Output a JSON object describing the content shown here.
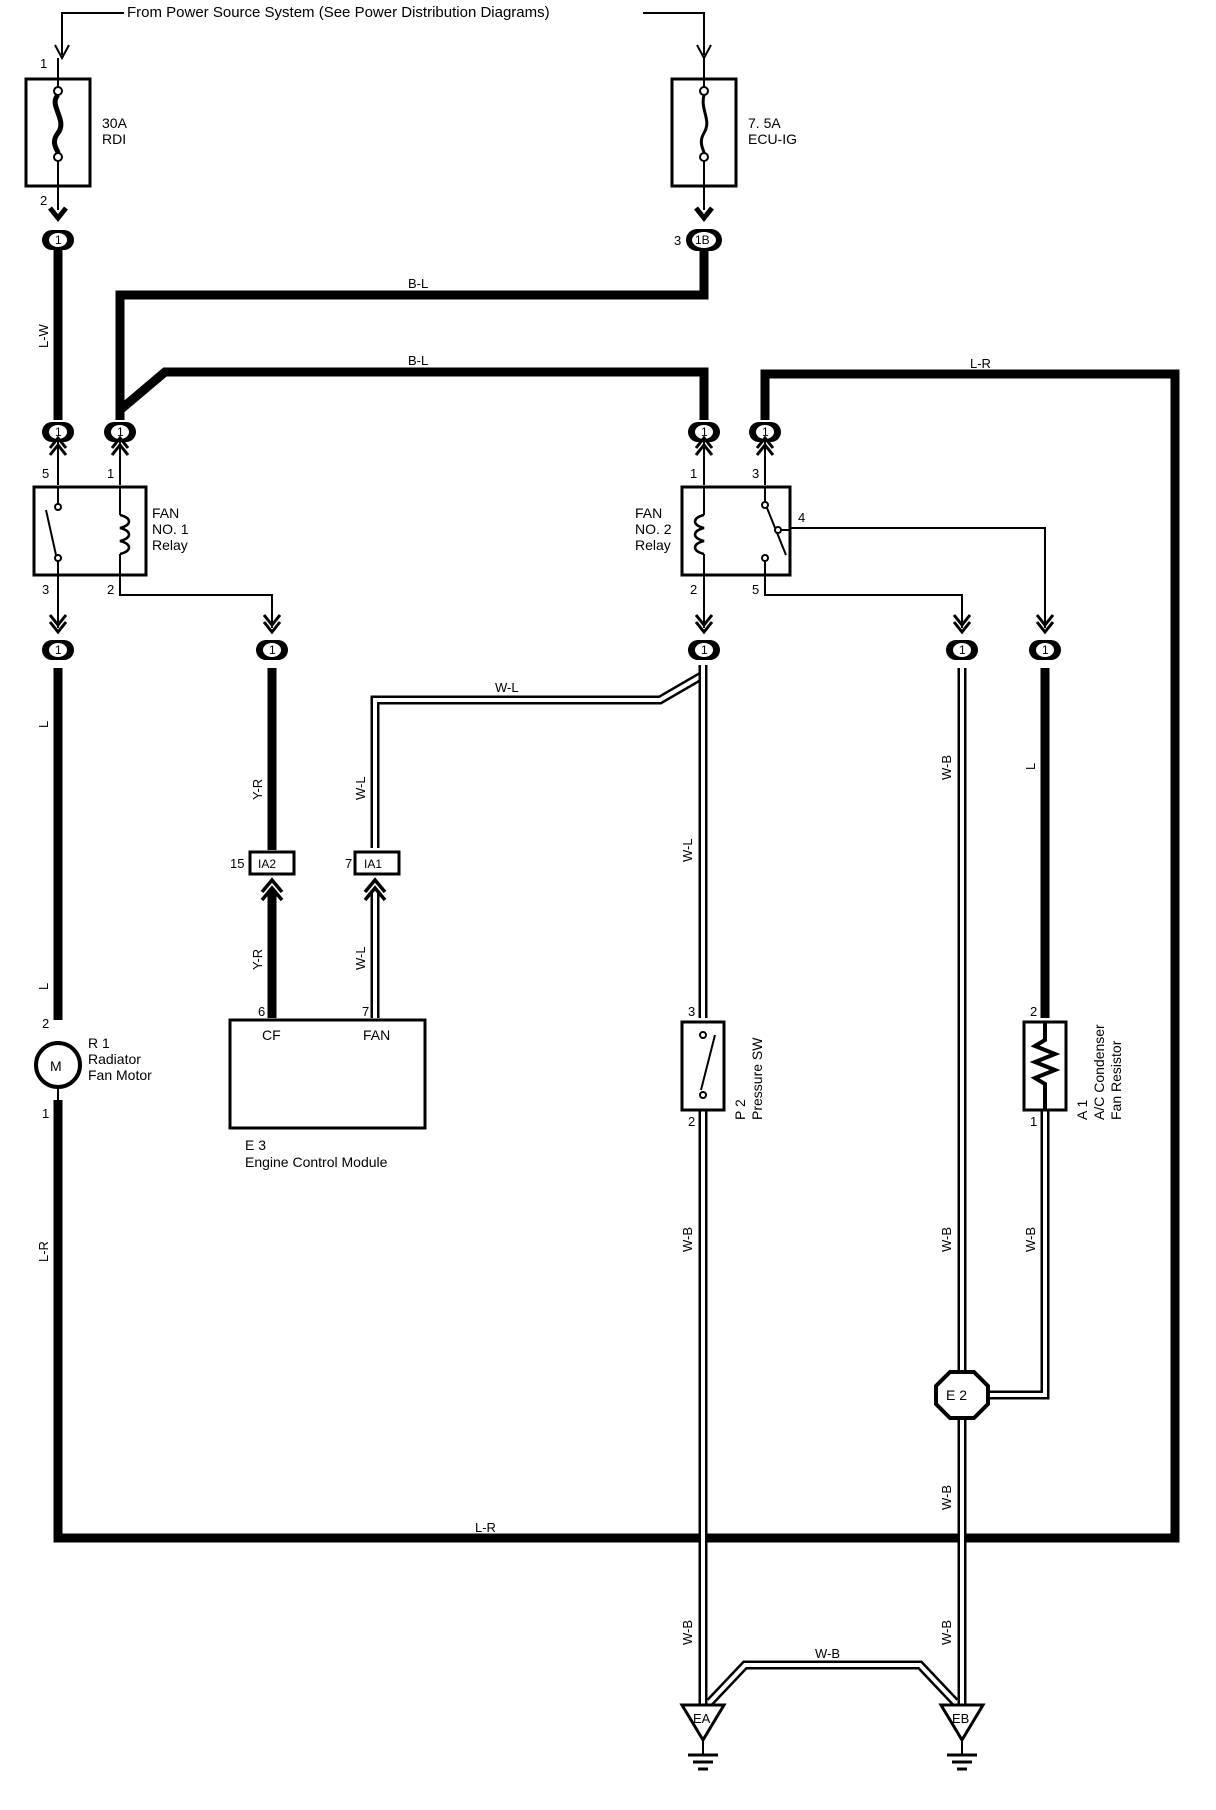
{
  "header": {
    "source_text": "From Power Source System (See Power Distribution Diagrams)"
  },
  "fuses": [
    {
      "rating": "30A",
      "name": "RDI",
      "pin_top": "1",
      "pin_bottom": "2"
    },
    {
      "rating": "7. 5A",
      "name": "ECU-IG",
      "pin_bottom": "3"
    }
  ],
  "connectors": {
    "c1": "1",
    "c1b": "1B",
    "ia2": "IA2",
    "ia1": "IA1",
    "e2": "E 2",
    "ea": "EA",
    "eb": "EB"
  },
  "wires": {
    "bl_top": "B-L",
    "bl_mid": "B-L",
    "lr_top": "L-R",
    "lw": "L-W",
    "l_left1": "L",
    "l_left2": "L",
    "lr_left": "L-R",
    "yr1": "Y-R",
    "yr2": "Y-R",
    "wl_h": "W-L",
    "wl_v1": "W-L",
    "wl_v2": "W-L",
    "wl_v3": "W-L",
    "wb_p2": "W-B",
    "wb_right1": "W-B",
    "l_right": "L",
    "wb_a1": "W-B",
    "wb_e2": "W-B",
    "lr_bottom": "L-R",
    "wb_ea": "W-B",
    "wb_eb": "W-B",
    "wb_ground": "W-B"
  },
  "relay1": {
    "line1": "FAN",
    "line2": "NO. 1",
    "line3": "Relay",
    "pins": {
      "p5": "5",
      "p1": "1",
      "p3": "3",
      "p2": "2"
    }
  },
  "relay2": {
    "line1": "FAN",
    "line2": "NO. 2",
    "line3": "Relay",
    "pins": {
      "p1": "1",
      "p3": "3",
      "p4": "4",
      "p2": "2",
      "p5": "5"
    }
  },
  "motor": {
    "symbol": "M",
    "id": "R 1",
    "line1": "Radiator",
    "line2": "Fan Motor",
    "pin_top": "2",
    "pin_bottom": "1"
  },
  "ecm": {
    "id": "E 3",
    "name": "Engine Control Module",
    "cf": "CF",
    "fan": "FAN",
    "pin_cf": "6",
    "pin_fan": "7",
    "pin_ia2": "15",
    "pin_ia1": "7"
  },
  "pressure_sw": {
    "id": "P 2",
    "name": "Pressure SW",
    "pin_top": "3",
    "pin_bottom": "2"
  },
  "resistor": {
    "id": "A 1",
    "line1": "A/C Condenser",
    "line2": "Fan Resistor",
    "pin_top": "2",
    "pin_bottom": "1"
  }
}
